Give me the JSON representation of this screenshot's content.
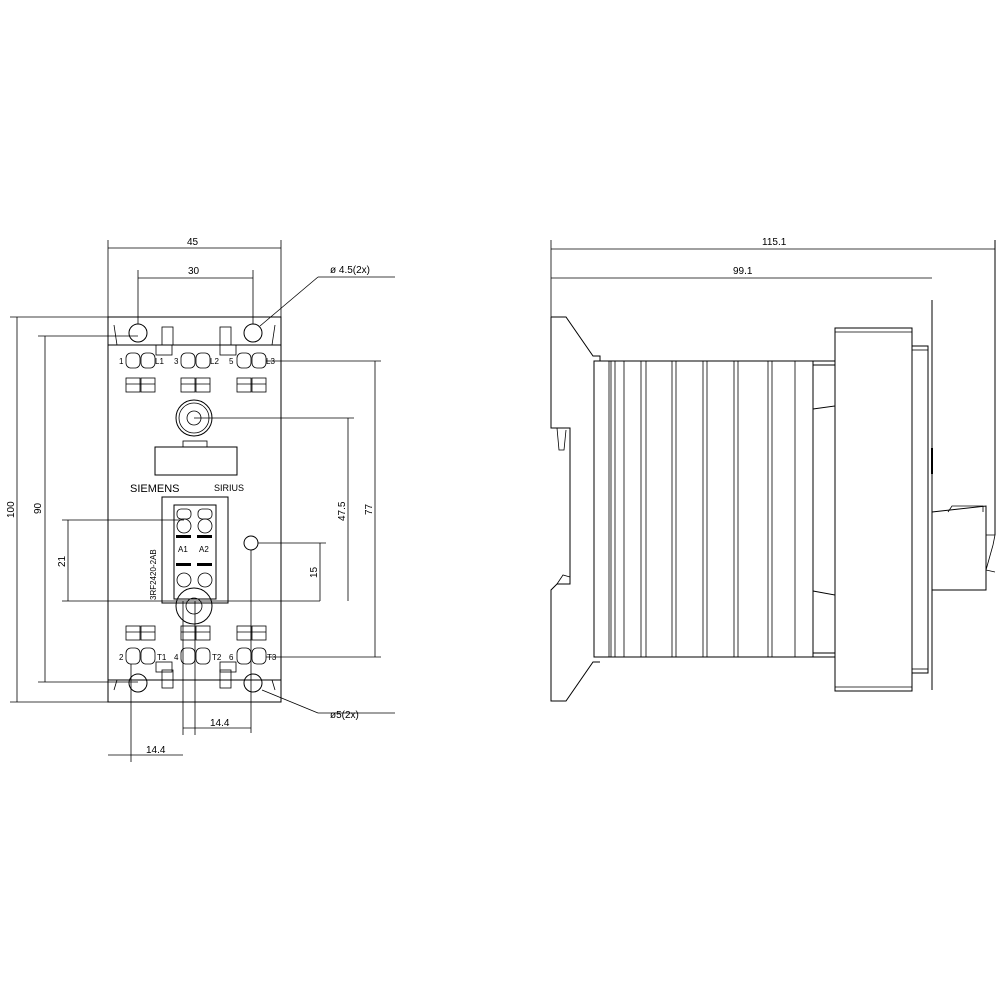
{
  "front_view": {
    "dims": {
      "width_45": "45",
      "width_30": "30",
      "hole_diameter_top": "ø 4.5(2x)",
      "height_100": "100",
      "height_90": "90",
      "height_21": "21",
      "height_47_5": "47.5",
      "height_77": "77",
      "height_15": "15",
      "hole_diameter_bottom": "ø5(2x)",
      "spacing_14_4_a": "14.4",
      "spacing_14_4_b": "14.4"
    },
    "terminals_top": [
      "1",
      "L1",
      "3",
      "L2",
      "5",
      "L3"
    ],
    "terminals_bottom": [
      "2",
      "T1",
      "4",
      "T2",
      "6",
      "T3"
    ],
    "brand": "SIEMENS",
    "product_line": "SIRIUS",
    "part_number": "3RF2420-2AB",
    "control_terminals": [
      "A1",
      "A2"
    ]
  },
  "side_view": {
    "dims": {
      "depth_total": "115.1",
      "depth_rail": "99.1"
    }
  }
}
